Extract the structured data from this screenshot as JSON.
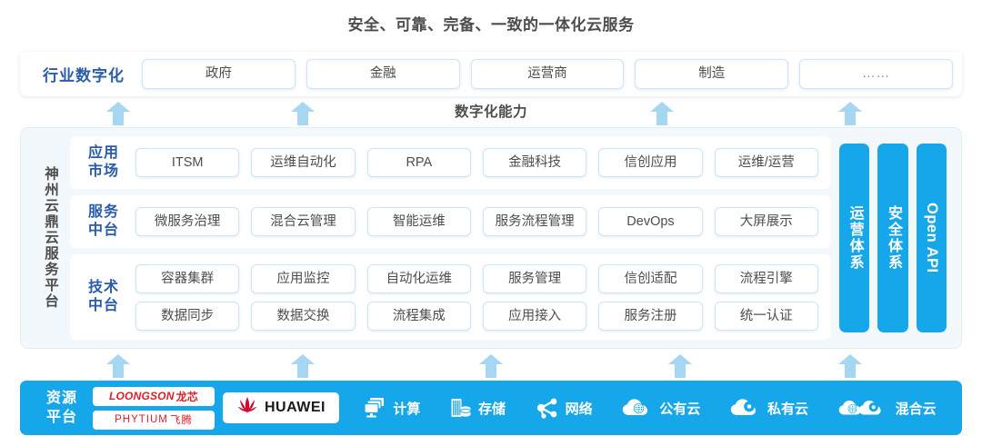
{
  "title": "安全、可靠、完备、一致的一体化云服务",
  "capability_label": "数字化能力",
  "industry": {
    "label": "行业数字化",
    "items": [
      {
        "label": "政府"
      },
      {
        "label": "金融"
      },
      {
        "label": "运营商"
      },
      {
        "label": "制造"
      },
      {
        "label": "……"
      }
    ]
  },
  "platform": {
    "label": "神州云鼎云服务平台",
    "rows": [
      {
        "name": "app-market",
        "label_top": "应用",
        "label_bottom": "市场",
        "lines": [
          [
            "ITSM",
            "运维自动化",
            "RPA",
            "金融科技",
            "信创应用",
            "运维/运营"
          ]
        ]
      },
      {
        "name": "service-middle-platform",
        "label_top": "服务",
        "label_bottom": "中台",
        "lines": [
          [
            "微服务治理",
            "混合云管理",
            "智能运维",
            "服务流程管理",
            "DevOps",
            "大屏展示"
          ]
        ]
      },
      {
        "name": "tech-middle-platform",
        "label_top": "技术",
        "label_bottom": "中台",
        "lines": [
          [
            "容器集群",
            "应用监控",
            "自动化运维",
            "服务管理",
            "信创适配",
            "流程引擎"
          ],
          [
            "数据同步",
            "数据交换",
            "流程集成",
            "应用接入",
            "服务注册",
            "统一认证"
          ]
        ]
      }
    ],
    "pillars": [
      {
        "label": "运营体系",
        "script": "cjk"
      },
      {
        "label": "安全体系",
        "script": "cjk"
      },
      {
        "label": "Open API",
        "script": "latin"
      }
    ]
  },
  "resource": {
    "label_top": "资源",
    "label_bottom": "平台",
    "chip_vendors": [
      {
        "brand": "LOONGSON",
        "cn": "龙芯",
        "style": "loongson"
      },
      {
        "brand": "PHYTIUM",
        "cn": "飞腾",
        "style": "phytium"
      }
    ],
    "huawei": {
      "label": "HUAWEI"
    },
    "items": [
      {
        "label": "计算",
        "icon": "compute-icon"
      },
      {
        "label": "存储",
        "icon": "storage-icon"
      },
      {
        "label": "网络",
        "icon": "network-icon"
      },
      {
        "label": "公有云",
        "icon": "public-cloud-icon"
      },
      {
        "label": "私有云",
        "icon": "private-cloud-icon"
      },
      {
        "label": "混合云",
        "icon": "hybrid-cloud-icon"
      }
    ]
  },
  "arrows": {
    "top_row": [
      130,
      333,
      728,
      935
    ],
    "bottom_row": [
      130,
      333,
      540,
      748,
      935
    ]
  },
  "colors": {
    "accent_blue": "#16a6ea",
    "label_blue": "#2a5caa",
    "arrow_blue": "#a6d6f2",
    "panel_bg": "#f2f8fc",
    "chip_border": "#cfe4f5",
    "text": "#4d4d4d",
    "loongson_red": "#d9202c"
  }
}
